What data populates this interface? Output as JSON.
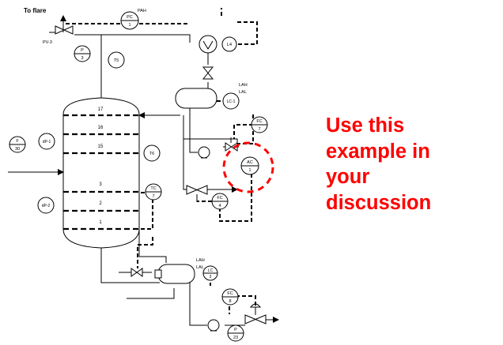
{
  "diagram": {
    "to_flare": "To flare",
    "valve_pv3": "PV-3",
    "pah": "PAH",
    "lah_lal_top": [
      "LAH",
      "LAL"
    ],
    "lah_lal_bottom": [
      "LAH",
      "LAL"
    ],
    "trays": [
      "17",
      "16",
      "15",
      "3",
      "2",
      "1"
    ],
    "instruments": {
      "pc1": [
        "PC",
        "1"
      ],
      "p3": [
        "P",
        "3"
      ],
      "t5": [
        "T5"
      ],
      "l4": [
        "L4"
      ],
      "lc1": [
        "LC-1"
      ],
      "fc7": [
        "FC",
        "7"
      ],
      "ac1": [
        "AC",
        "1"
      ],
      "dp1": [
        "dP-1"
      ],
      "t6": [
        "T6"
      ],
      "f30": [
        "F",
        "30"
      ],
      "dp2": [
        "dP-2"
      ],
      "tc7": [
        "TC",
        "7"
      ],
      "fc4": [
        "FC",
        "4"
      ],
      "lc3": [
        "LC",
        "3"
      ],
      "fc8": [
        "FC",
        "8"
      ],
      "p23": [
        "P",
        "23"
      ]
    }
  },
  "callout": {
    "lines": [
      "Use this",
      "example in",
      "your",
      "discussion"
    ],
    "color": "#ff0000"
  }
}
